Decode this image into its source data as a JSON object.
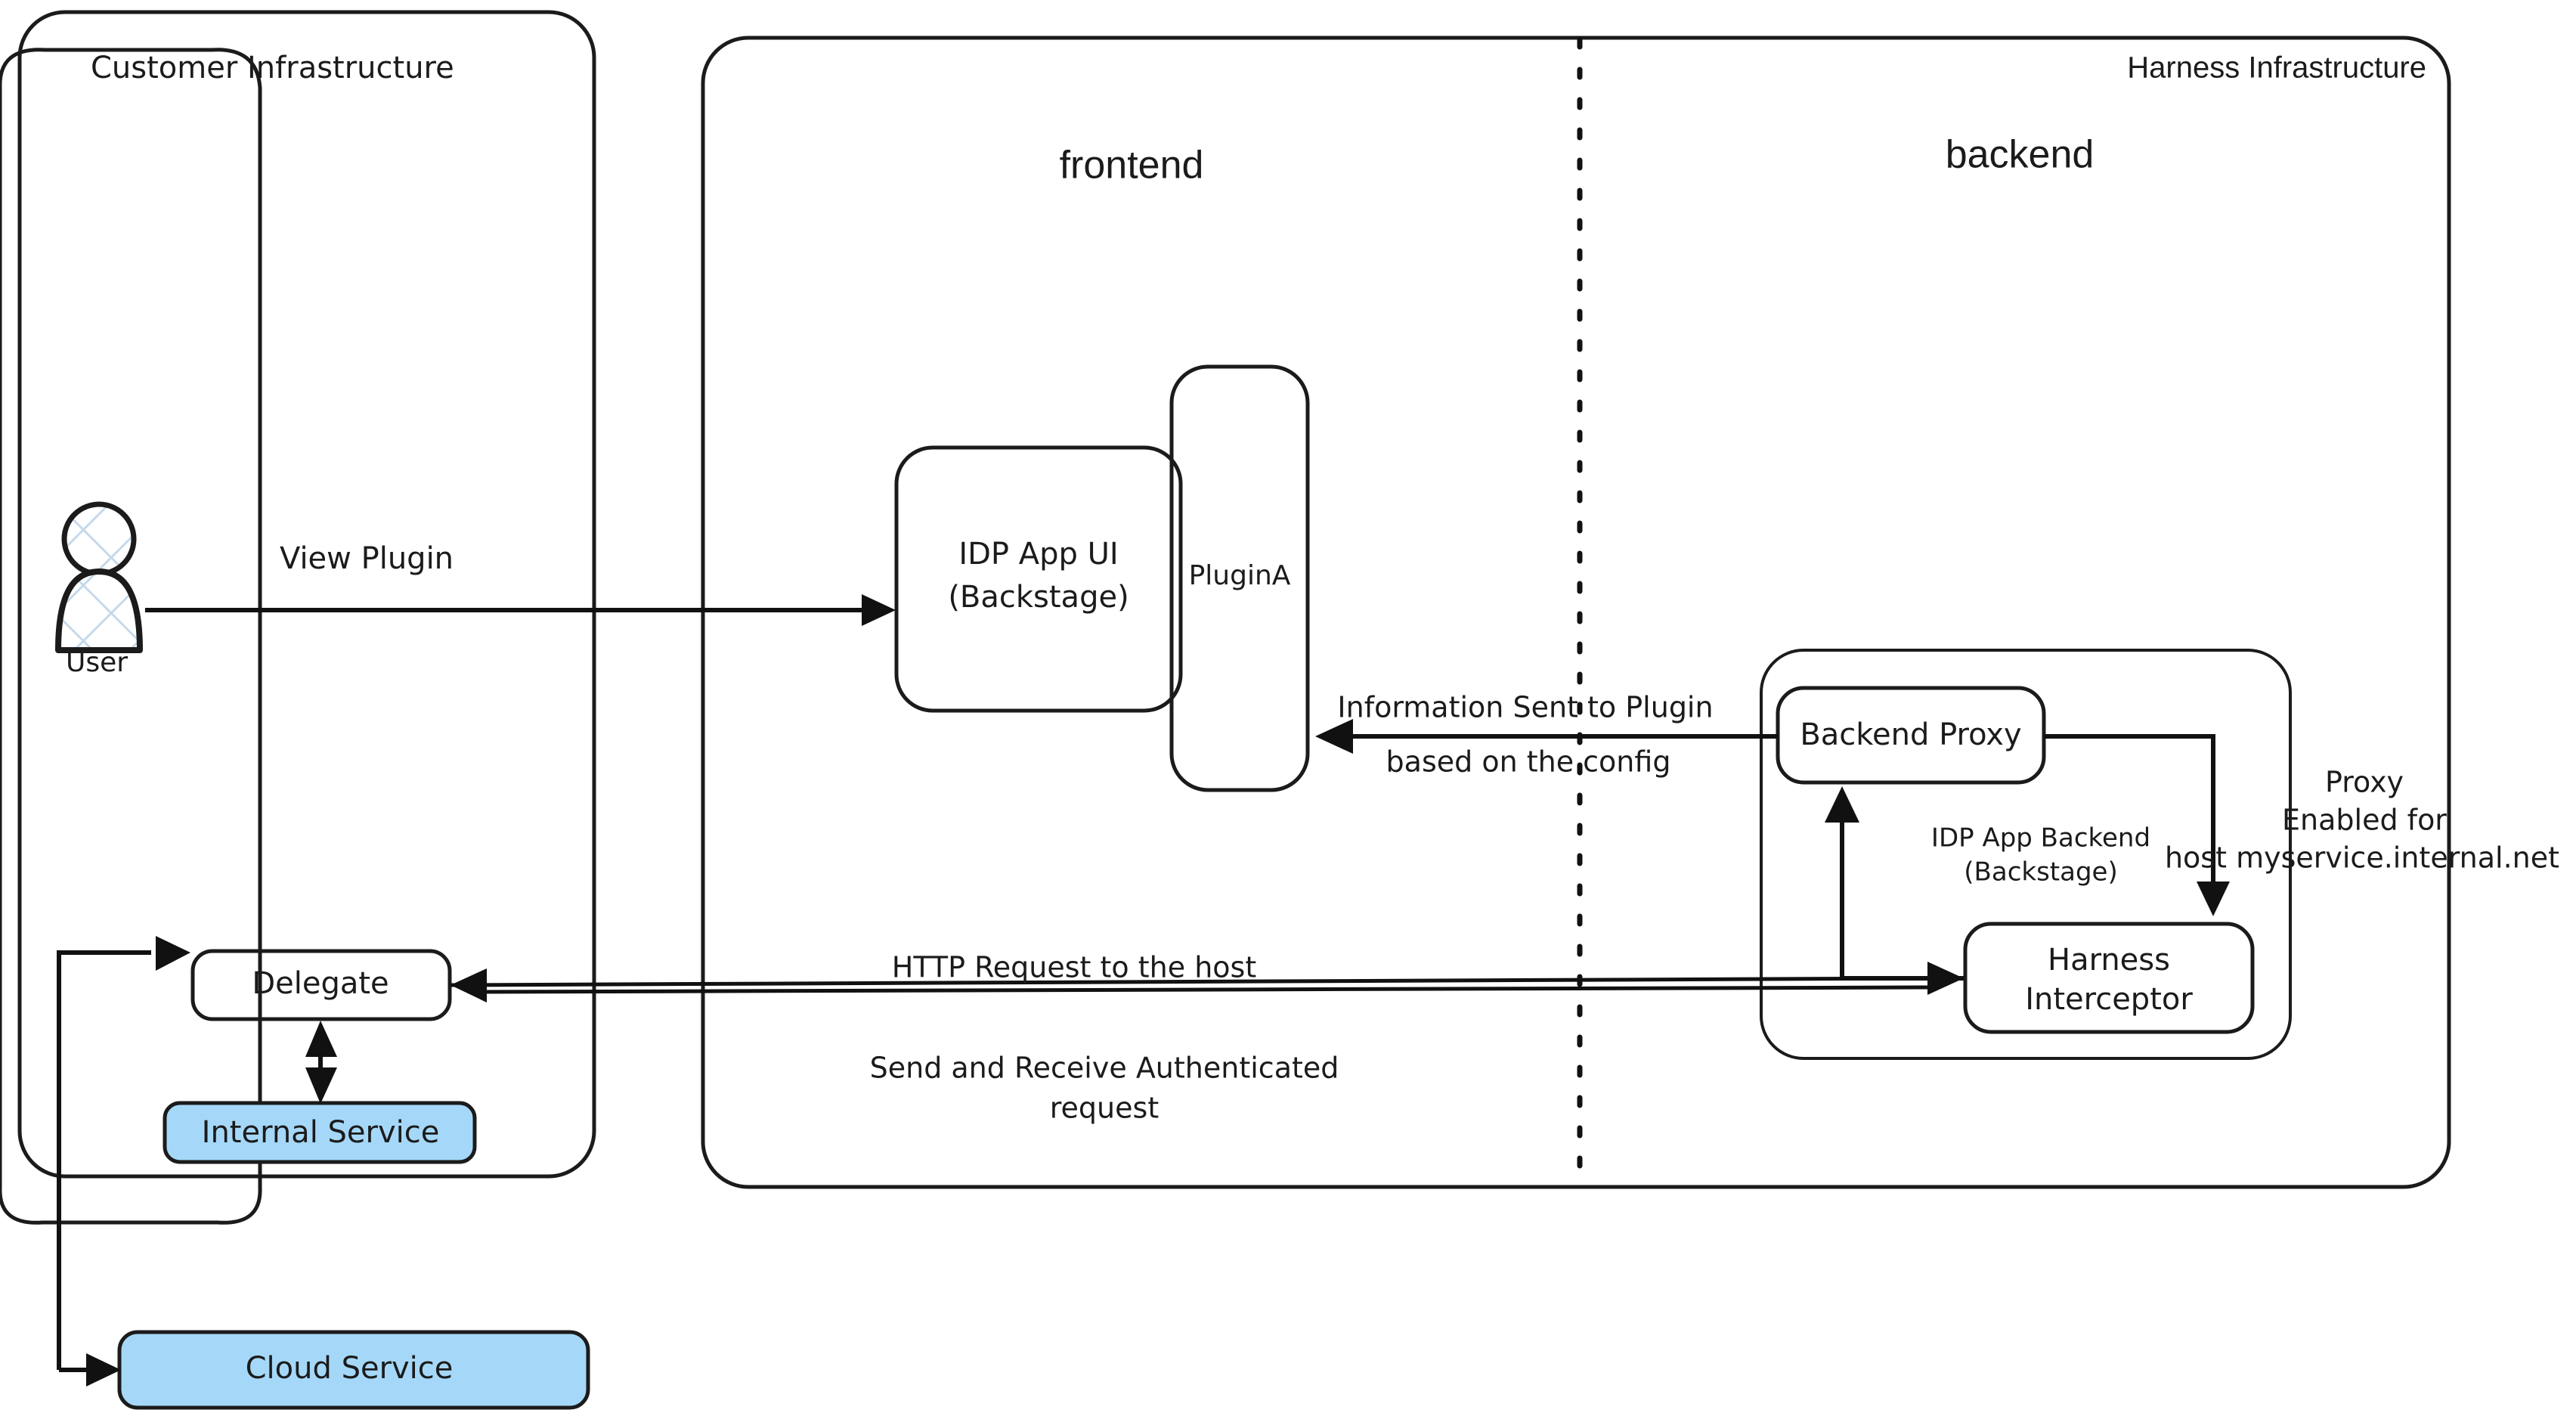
{
  "diagram": {
    "title_customer_infra": "Customer Infrastructure",
    "title_harness_infra": "Harness Infrastructure",
    "zone_frontend": "frontend",
    "zone_backend": "backend"
  },
  "colors": {
    "service_fill": "#A5D8F8",
    "stroke": "#1b1b1b",
    "background": "#ffffff",
    "actor_pattern": "#c6d9ea"
  },
  "nodes": {
    "user": "User",
    "idp_app_ui_line1": "IDP App UI",
    "idp_app_ui_line2": "(Backstage)",
    "plugin_a": "PluginA",
    "backend_proxy": "Backend Proxy",
    "harness_interceptor_line1": "Harness",
    "harness_interceptor_line2": "Interceptor",
    "idp_app_backend_line1": "IDP App Backend",
    "idp_app_backend_line2": "(Backstage)",
    "delegate": "Delegate",
    "internal_service": "Internal Service",
    "cloud_service": "Cloud Service"
  },
  "edges": {
    "view_plugin": "View Plugin",
    "info_sent_line1": "Information Sent to Plugin",
    "info_sent_line2": "based on the config",
    "http_request_line1": "HTTP Request to the host",
    "http_request_line2": "Send and Receive Authenticated",
    "http_request_line3": "request",
    "proxy_enabled_line1": "Proxy",
    "proxy_enabled_line2": "Enabled for",
    "proxy_enabled_line3": "host myservice.internal.net"
  }
}
